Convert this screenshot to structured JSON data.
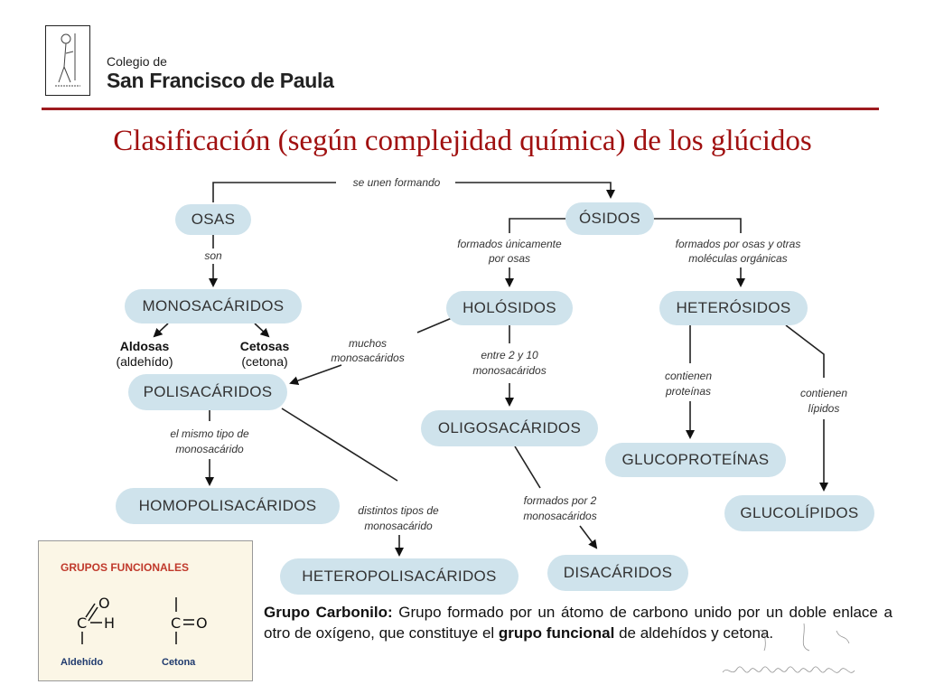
{
  "header": {
    "school_line1": "Colegio de",
    "school_line2": "San Francisco de Paula"
  },
  "title": "Clasificación (según complejidad química) de los glúcidos",
  "nodes": {
    "osas": "OSAS",
    "osidos": "ÓSIDOS",
    "monosacaridos": "MONOSACÁRIDOS",
    "holosidos": "HOLÓSIDOS",
    "heterosidos": "HETERÓSIDOS",
    "polisacaridos": "POLISACÁRIDOS",
    "oligosacaridos": "OLIGOSACÁRIDOS",
    "glucoproteinas": "GLUCOPROTEÍNAS",
    "glucolipidos": "GLUCOLÍPIDOS",
    "homopolisacaridos": "HOMOPOLISACÁRIDOS",
    "heteropolisacaridos": "HETEROPOLISACÁRIDOS",
    "disacaridos": "DISACÁRIDOS"
  },
  "labels": {
    "se_unen": "se unen formando",
    "son": "son",
    "formados_unicamente_1": "formados únicamente",
    "formados_unicamente_2": "por osas",
    "formados_otras_1": "formados por osas y otras",
    "formados_otras_2": "moléculas orgánicas",
    "muchos_1": "muchos",
    "muchos_2": "monosacáridos",
    "entre_1": "entre 2 y 10",
    "entre_2": "monosacáridos",
    "contienen_prot_1": "contienen",
    "contienen_prot_2": "proteínas",
    "contienen_lip_1": "contienen",
    "contienen_lip_2": "lípidos",
    "mismo_1": "el mismo tipo de",
    "mismo_2": "monosacárido",
    "distintos_1": "distintos tipos de",
    "distintos_2": "monosacárido",
    "formados2_1": "formados por 2",
    "formados2_2": "monosacáridos"
  },
  "kinds": {
    "aldosas": "Aldosas",
    "aldosas_sub": "(aldehído)",
    "cetosas": "Cetosas",
    "cetosas_sub": "(cetona)"
  },
  "functional_groups": {
    "title": "GRUPOS FUNCIONALES",
    "aldehido": "Aldehído",
    "cetona": "Cetona"
  },
  "description": {
    "term": "Grupo Carbonilo:",
    "text1": " Grupo formado por un átomo de carbono unido por un doble enlace a otro de oxígeno, que constituye el ",
    "bold2": "grupo funcional",
    "text2": " de aldehídos y cetona."
  },
  "colors": {
    "title": "#a01010",
    "rule": "#9e1b1f",
    "node_fill": "#cfe3ec",
    "group_title": "#c0392b",
    "group_name": "#1f3a6e"
  }
}
